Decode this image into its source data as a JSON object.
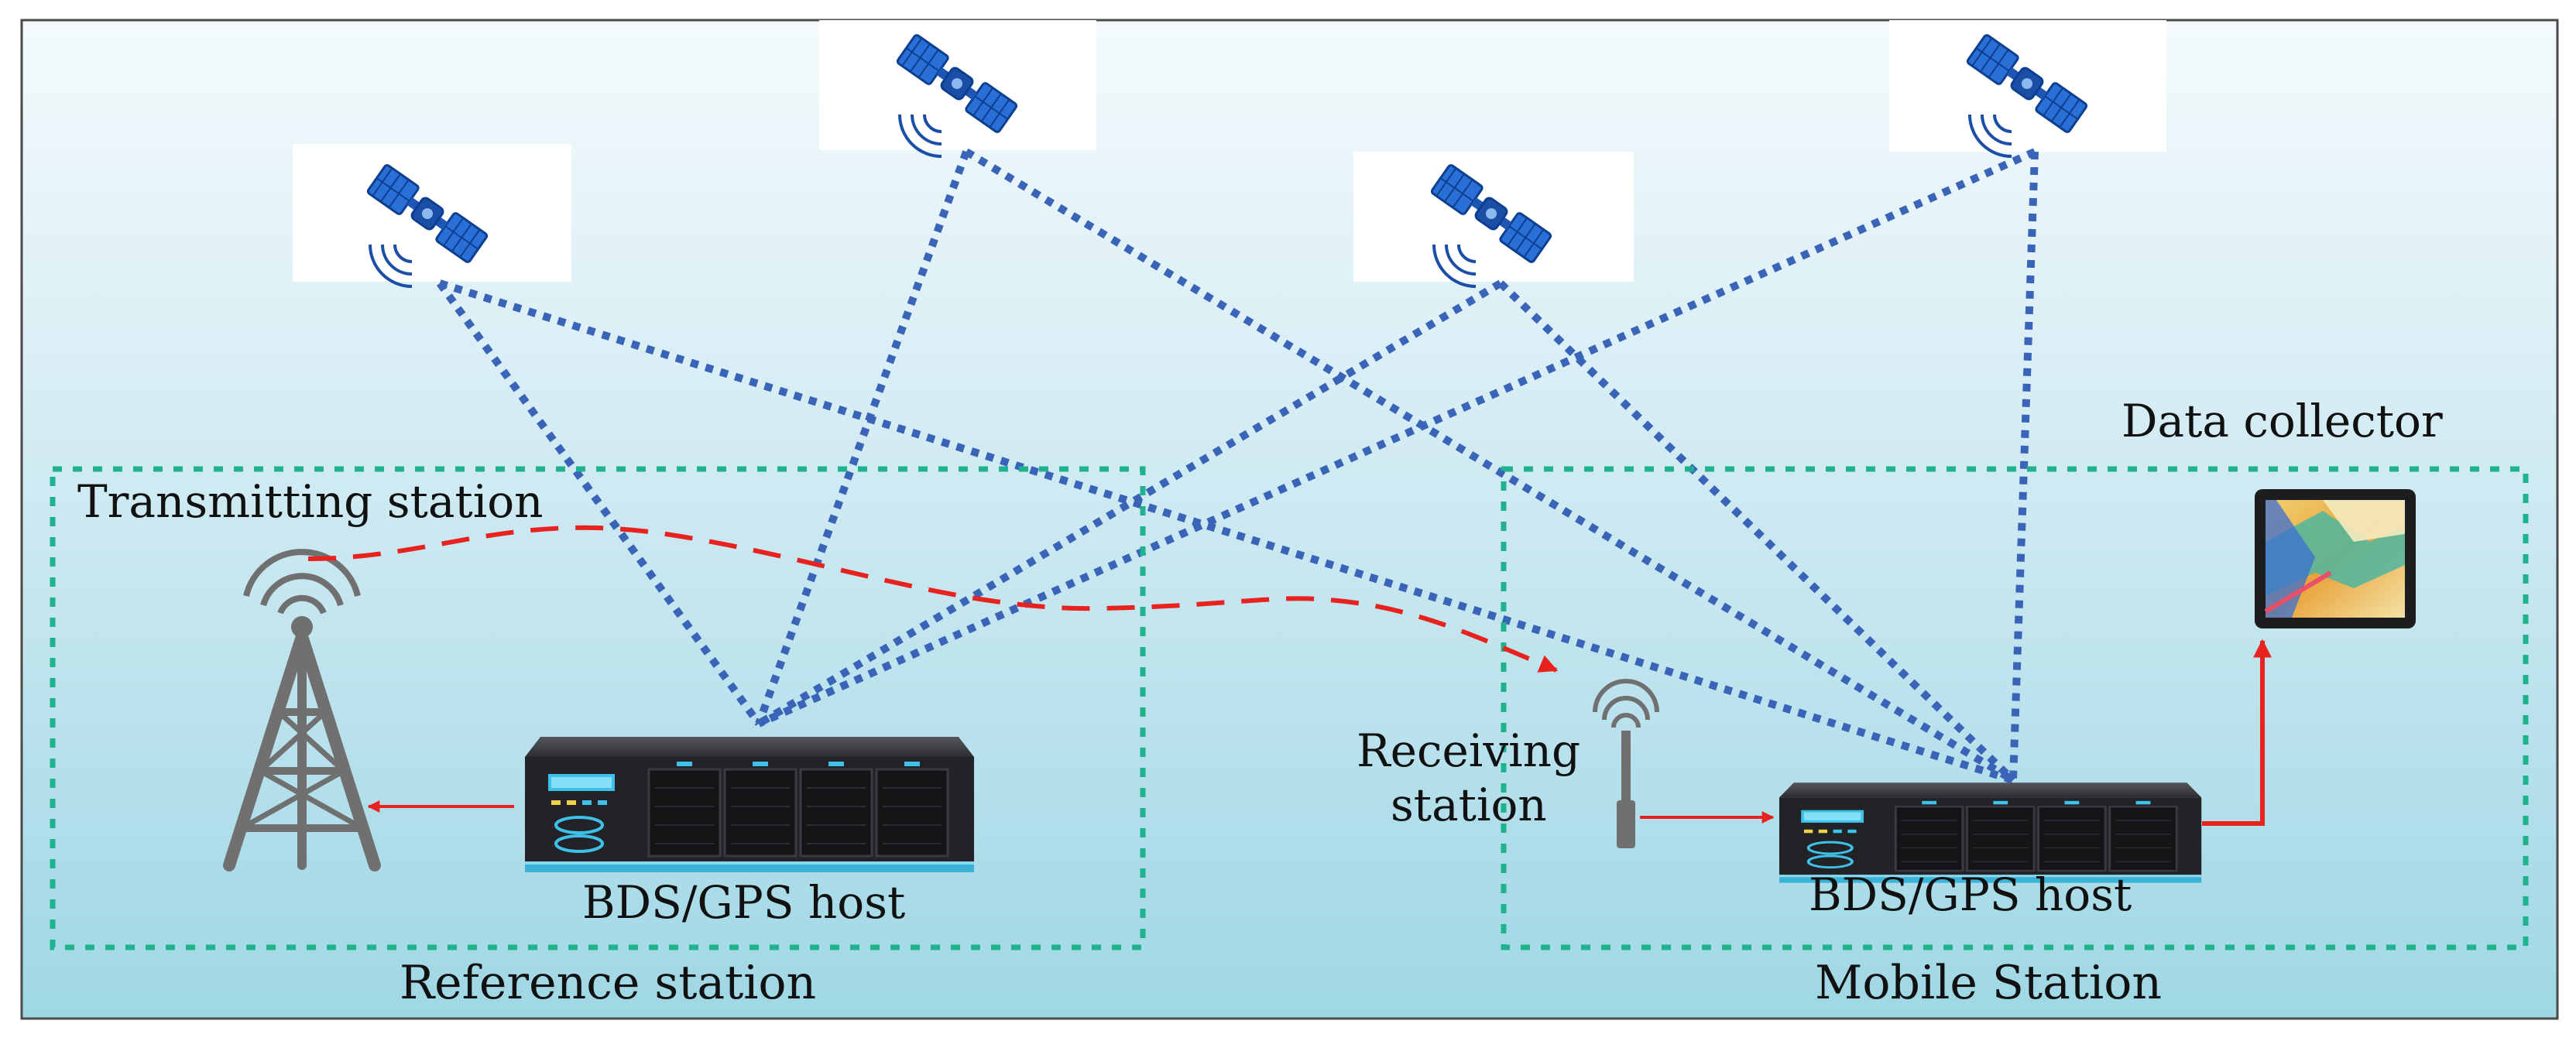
{
  "labels": {
    "transmitting_station": "Transmitting station",
    "receiving_station_line1": "Receiving",
    "receiving_station_line2": "station",
    "data_collector": "Data collector",
    "reference_host": "BDS/GPS host",
    "mobile_host": "BDS/GPS host",
    "reference_station": "Reference station",
    "mobile_station": "Mobile Station"
  },
  "colors": {
    "sky_top": "#f4fafc",
    "sky_bottom": "#9fd7e5",
    "signal_lines": "#3a64b8",
    "station_boxes": "#1fb28c",
    "radio_link": "#e8231f",
    "satellite": "#2a6fd6",
    "server_body": "#222326"
  },
  "icons": {
    "satellite": "satellite-icon",
    "tower": "radio-tower-icon",
    "server": "server-icon",
    "antenna": "antenna-icon",
    "tablet": "tablet-icon"
  }
}
